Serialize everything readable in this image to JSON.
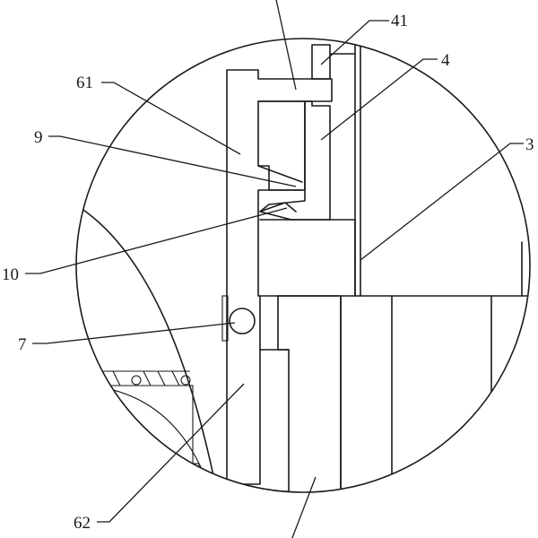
{
  "drawing": {
    "labels": {
      "l41": "41",
      "l4": "4",
      "l61": "61",
      "l9": "9",
      "l3": "3",
      "l10": "10",
      "l7": "7",
      "l62": "62"
    }
  }
}
